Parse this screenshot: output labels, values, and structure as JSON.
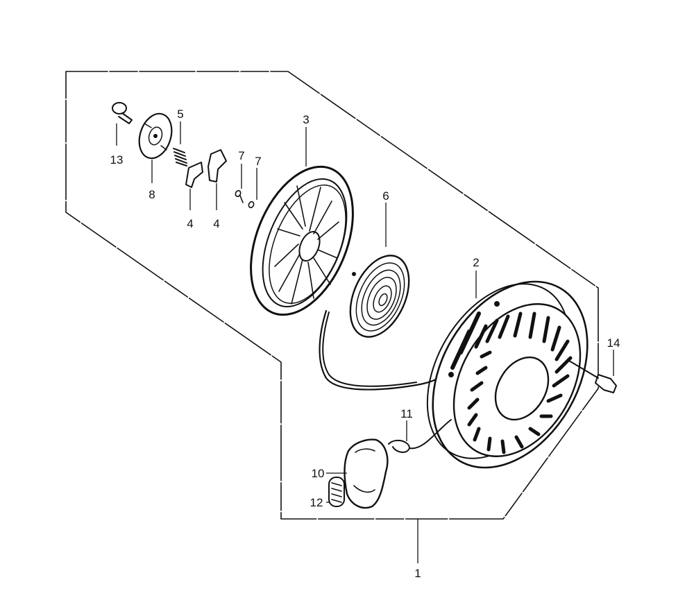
{
  "callouts": {
    "c1": "1",
    "c2": "2",
    "c3": "3",
    "c4a": "4",
    "c4b": "4",
    "c5": "5",
    "c6": "6",
    "c7a": "7",
    "c7b": "7",
    "c8": "8",
    "c10": "10",
    "c11": "11",
    "c12": "12",
    "c13": "13",
    "c14": "14"
  }
}
